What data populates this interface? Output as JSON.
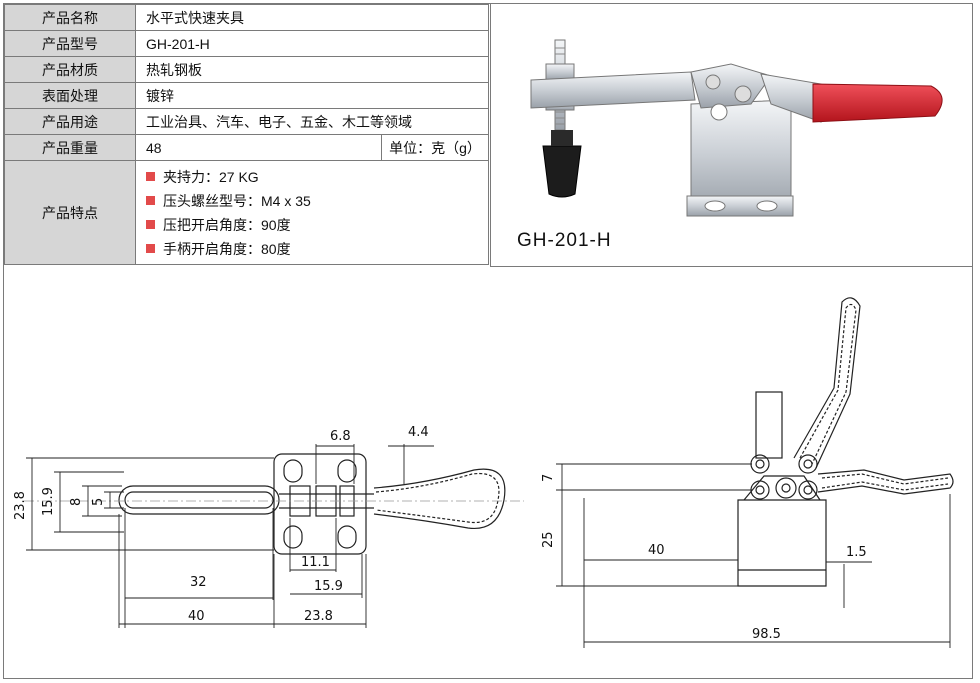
{
  "spec_table": {
    "rows": [
      {
        "label": "产品名称",
        "value": "水平式快速夹具"
      },
      {
        "label": "产品型号",
        "value": "GH-201-H"
      },
      {
        "label": "产品材质",
        "value": "热轧钢板"
      },
      {
        "label": "表面处理",
        "value": "镀锌"
      },
      {
        "label": "产品用途",
        "value": "工业治具、汽车、电子、五金、木工等领域"
      },
      {
        "label": "产品重量",
        "value": "48",
        "unit": "单位：克（g）"
      }
    ],
    "features": {
      "label": "产品特点",
      "items": [
        "夹持力：27 KG",
        "压头螺丝型号：M4 x 35",
        "压把开启角度：90度",
        "手柄开启角度：80度"
      ]
    }
  },
  "photo": {
    "caption": "GH-201-H",
    "colors": {
      "handle": "#d8222b",
      "steel": "#cfd3d8",
      "rubber": "#1c1c1c"
    }
  },
  "drawing": {
    "top_view": {
      "dims": {
        "width_6_8": "6.8",
        "width_4_4": "4.4",
        "height_23_8": "23.8",
        "height_15_9": "15.9",
        "height_8": "8",
        "height_5": "5",
        "len_11_1": "11.1",
        "len_32": "32",
        "len_15_9": "15.9",
        "len_40": "40",
        "len_23_8": "23.8"
      }
    },
    "side_view": {
      "dims": {
        "h_7": "7",
        "h_25": "25",
        "len_40": "40",
        "t_1_5": "1.5",
        "len_98_5": "98.5"
      }
    }
  }
}
